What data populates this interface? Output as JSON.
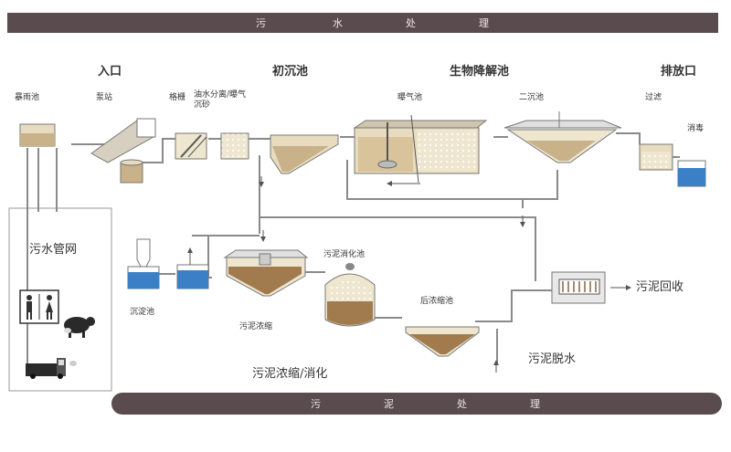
{
  "top_banner": {
    "chars": [
      "污",
      "水",
      "处",
      "理"
    ]
  },
  "bottom_banner": {
    "chars": [
      "污",
      "泥",
      "处",
      "理"
    ]
  },
  "stages": {
    "inlet": "入口",
    "primary_clarifier": "初沉池",
    "bio_tank": "生物降解池",
    "outlet": "排放口"
  },
  "units": {
    "storm_tank": "暴雨池",
    "pump_station": "泵站",
    "screen": "格栅",
    "grit_chamber": "油水分离/曝气沉砂",
    "aeration_tank": "曝气池",
    "secondary_clarifier": "二沉池",
    "filtration": "过滤",
    "disinfection": "消毒",
    "sewer_network": "污水管网",
    "flocculation_tank": "沉淀池",
    "sludge_thickening": "污泥浓缩",
    "sludge_digester": "污泥消化池",
    "post_thickener": "后浓缩池",
    "sludge_recovery": "污泥回收",
    "sludge_dewatering": "污泥脱水",
    "thickening_digestion": "污泥浓缩/消化"
  },
  "colors": {
    "banner": "#5a4c4e",
    "water": "#3b7fc6",
    "sludge": "#a17b4e",
    "tank": "#e8dcc0",
    "pipe": "#8a8a8a"
  }
}
